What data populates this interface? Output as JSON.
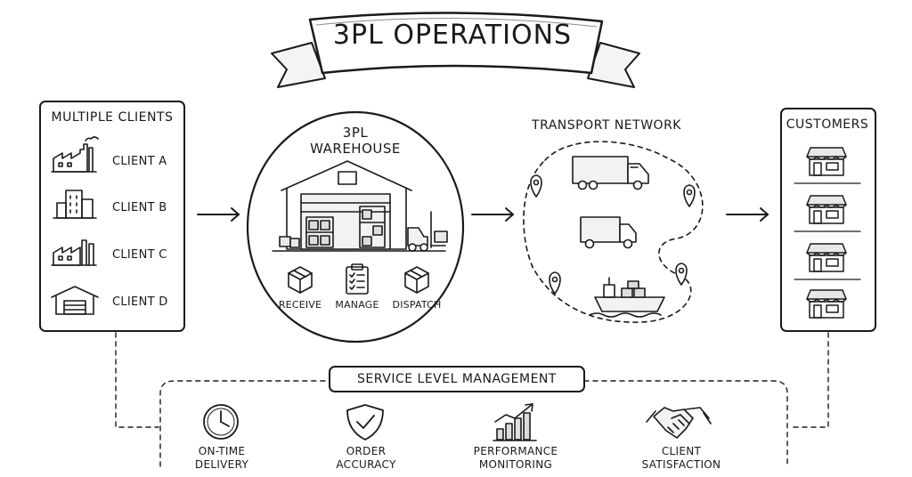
{
  "title": "3PL OPERATIONS",
  "clients": {
    "heading": "MULTIPLE CLIENTS",
    "items": [
      {
        "label": "CLIENT A",
        "icon": "factory-icon"
      },
      {
        "label": "CLIENT B",
        "icon": "office-building-icon"
      },
      {
        "label": "CLIENT C",
        "icon": "factory-icon"
      },
      {
        "label": "CLIENT D",
        "icon": "warehouse-icon"
      }
    ]
  },
  "warehouse": {
    "heading_line1": "3PL",
    "heading_line2": "WAREHOUSE",
    "steps": [
      {
        "label": "RECEIVE",
        "icon": "box-icon"
      },
      {
        "label": "MANAGE",
        "icon": "clipboard-checklist-icon"
      },
      {
        "label": "DISPATCH",
        "icon": "box-icon"
      }
    ]
  },
  "transport": {
    "heading": "TRANSPORT NETWORK",
    "vehicles": [
      "truck-icon",
      "van-icon",
      "cargo-ship-icon"
    ]
  },
  "customers": {
    "heading": "CUSTOMERS",
    "stores": [
      "storefront-icon",
      "storefront-icon",
      "storefront-icon",
      "storefront-icon"
    ]
  },
  "service_level": {
    "heading": "SERVICE LEVEL MANAGEMENT",
    "items": [
      {
        "line1": "ON-TIME",
        "line2": "DELIVERY",
        "icon": "clock-icon"
      },
      {
        "line1": "ORDER",
        "line2": "ACCURACY",
        "icon": "shield-check-icon"
      },
      {
        "line1": "PERFORMANCE",
        "line2": "MONITORING",
        "icon": "bar-chart-icon"
      },
      {
        "line1": "CLIENT",
        "line2": "SATISFACTION",
        "icon": "handshake-icon"
      }
    ]
  }
}
